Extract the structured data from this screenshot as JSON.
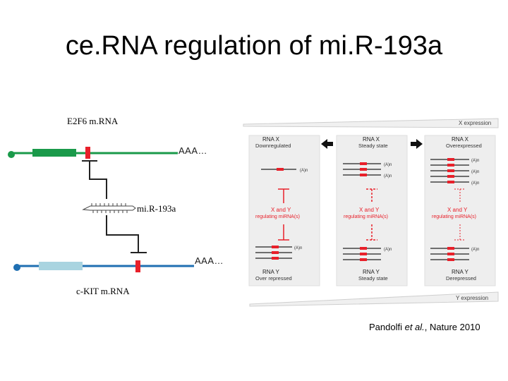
{
  "slide": {
    "title": "ce.RNA regulation of mi.R-193a",
    "citation_author": "Pandolfi ",
    "citation_etal": "et al.",
    "citation_rest": ", Nature 2010"
  },
  "left_diagram": {
    "top_mrna_label": "E2F6 m.RNA",
    "top_tail": "AAA…",
    "mirna_label": "mi.R-193a",
    "bottom_tail": "AAA…",
    "bottom_mrna_label": "c-KIT m.RNA",
    "colors": {
      "top": "#1a9a4a",
      "bottom": "#1f6fb2",
      "bottom_block": "#a9d4e0",
      "site": "#e8202a"
    }
  },
  "right_figure": {
    "x_expression": "X expression",
    "y_expression": "Y expression",
    "columns": [
      {
        "top_title": "RNA X",
        "top_sub": "Downregulated",
        "mid": "X and Y",
        "mid_sub": "regulating miRNA(s)",
        "bottom_title": "RNA Y",
        "bottom_sub": "Over repressed"
      },
      {
        "top_title": "RNA X",
        "top_sub": "Steady state",
        "mid": "X and Y",
        "mid_sub": "regulating miRNA(s)",
        "bottom_title": "RNA Y",
        "bottom_sub": "Steady state"
      },
      {
        "top_title": "RNA X",
        "top_sub": "Overexpressed",
        "mid": "X and Y",
        "mid_sub": "regulating miRNA(s)",
        "bottom_title": "RNA Y",
        "bottom_sub": "Derepressed"
      }
    ],
    "polyA": "(A)n"
  }
}
